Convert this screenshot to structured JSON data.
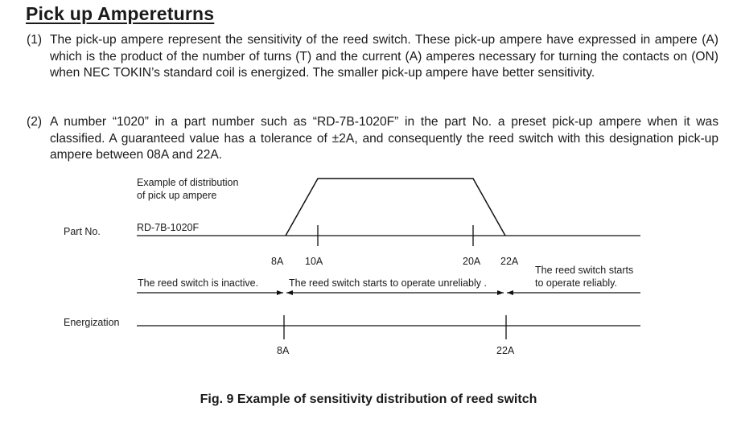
{
  "title": "Pick up Ampereturns",
  "paragraphs": [
    {
      "number": "(1)",
      "text": "The pick-up ampere represent the sensitivity of the reed switch.  These pick-up ampere have expressed in ampere (A) which is the product of the number of turns (T) and the current (A) amperes necessary for turning the contacts on (ON) when NEC TOKIN’s standard coil is energized.  The smaller pick-up ampere have better sensitivity."
    },
    {
      "number": "(2)",
      "text": "A number “1020” in a part number such as “RD-7B-1020F” in the part No. a preset pick-up ampere when it was classified.  A guaranteed value has a tolerance of ±2A, and consequently the reed switch with this designation pick-up ampere between 08A and 22A."
    }
  ],
  "diagram": {
    "distribution_label_line1": "Example of distribution",
    "distribution_label_line2": "of pick up ampere",
    "part_no_label": "Part No.",
    "part_no_value": "RD-7B-1020F",
    "distribution_points_A": [
      8,
      10,
      20,
      22
    ],
    "tick_labels": {
      "min": "8A",
      "low": "10A",
      "high": "20A",
      "max": "22A"
    },
    "zones": {
      "inactive": "The reed switch is inactive.",
      "unreliable": "The reed switch starts to operate unreliably .",
      "reliable_line1": "The reed switch starts",
      "reliable_line2": "to operate reliably."
    },
    "energization_label": "Energization",
    "energization_ticks": {
      "min": "8A",
      "max": "22A"
    }
  },
  "caption": "Fig. 9  Example of sensitivity distribution of reed switch"
}
